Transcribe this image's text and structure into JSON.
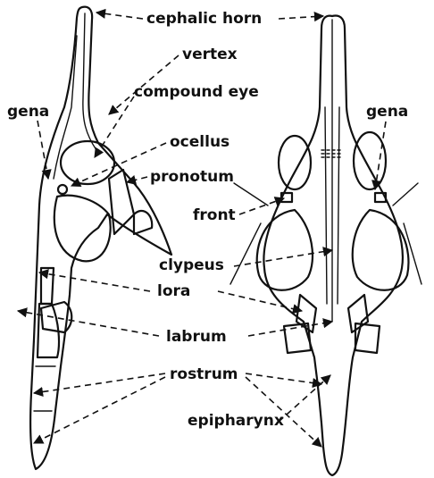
{
  "labels": {
    "cephalic_horn": "cephalic horn",
    "vertex": "vertex",
    "compound_eye": "compound eye",
    "gena_left": "gena",
    "ocellus": "ocellus",
    "pronotum": "pronotum",
    "gena_right": "gena",
    "front": "front",
    "clypeus": "clypeus",
    "lora": "lora",
    "labrum": "labrum",
    "rostrum": "rostrum",
    "epipharynx": "epipharynx"
  },
  "colors": {
    "ink": "#111111",
    "paper": "#ffffff"
  }
}
